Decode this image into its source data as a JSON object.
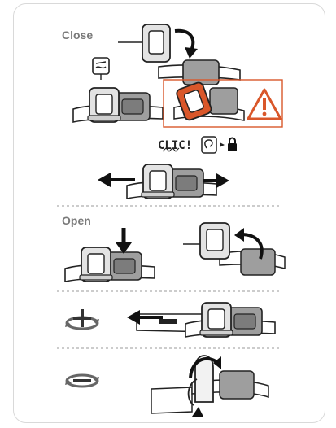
{
  "sections": {
    "close_label": "Close",
    "open_label": "Open"
  },
  "close_steps": {
    "clic_text": "CLIC!"
  },
  "icons": {
    "listen": "ear-icon",
    "locked": "padlock-icon",
    "warning": "warning-triangle-icon",
    "rotate_tighten": "rotate-plus-icon",
    "rotate_loosen": "rotate-minus-icon"
  },
  "colors": {
    "warning_accent": "#d9572a",
    "buckle_gray": "#bdbdbd",
    "outline": "#222222"
  }
}
